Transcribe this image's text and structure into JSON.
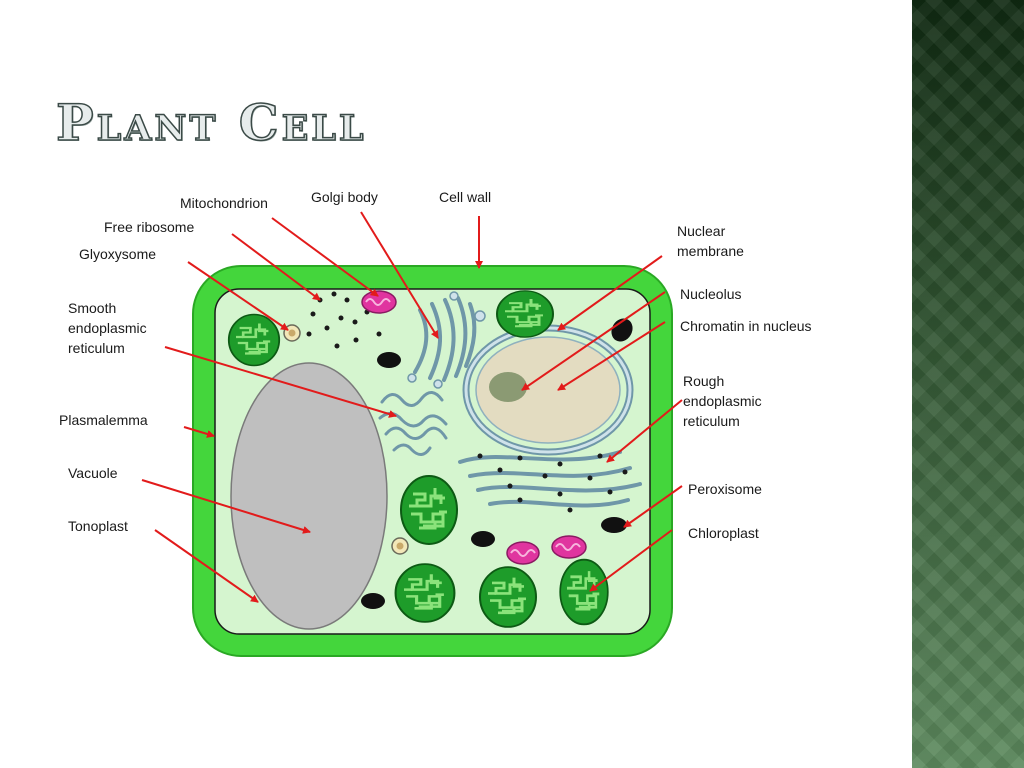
{
  "title": "Plant Cell",
  "labels": {
    "mitochondrion": "Mitochondrion",
    "golgi_body": "Golgi body",
    "cell_wall": "Cell wall",
    "free_ribosome": "Free ribosome",
    "glyoxysome": "Glyoxysome",
    "smooth_er": [
      "Smooth",
      "endoplasmic",
      "reticulum"
    ],
    "plasmalemma": "Plasmalemma",
    "vacuole": "Vacuole",
    "tonoplast": "Tonoplast",
    "nuclear_membrane": [
      "Nuclear",
      "membrane"
    ],
    "nucleolus": "Nucleolus",
    "chromatin": "Chromatin in nucleus",
    "rough_er": [
      "Rough",
      "endoplasmic",
      "reticulum"
    ],
    "peroxisome": "Peroxisome",
    "chloroplast": "Chloroplast"
  },
  "colors": {
    "cell_wall": "#44d63c",
    "cytoplasm": "#d5f5cf",
    "vacuole": "#bfbfbf",
    "chloroplast": "#1e9c2a",
    "mitochondrion": "#e0359f",
    "arrow": "#e21b1b",
    "organelle_membrane": "#8fb1be"
  }
}
